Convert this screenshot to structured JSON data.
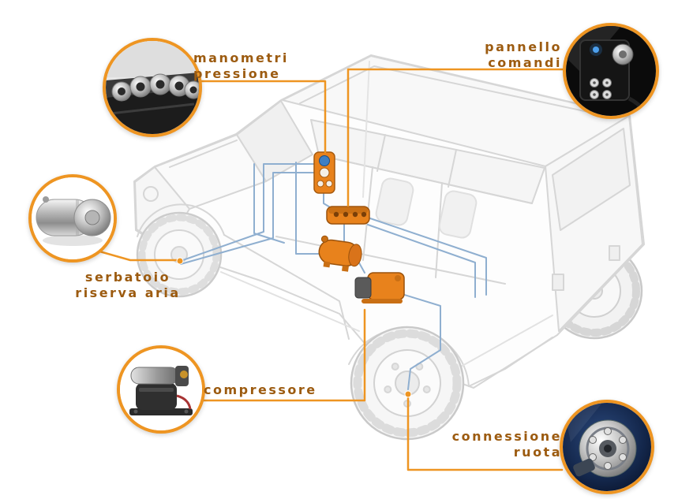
{
  "colors": {
    "accent_orange": "#EE9522",
    "label_text": "#9C5B10",
    "pipe_blue": "#8FAFD0",
    "component_orange": "#E8821C",
    "ghost_gray": "#D6D6D6"
  },
  "labels": {
    "manometri": {
      "line1": "manometri",
      "line2": "pressione"
    },
    "pannello": {
      "line1": "pannello",
      "line2": "comandi"
    },
    "serbatoio": {
      "line1": "serbatoio",
      "line2": "riserva aria"
    },
    "compressore": {
      "line1": "compressore"
    },
    "connessione": {
      "line1": "connessione",
      "line2": "ruota"
    }
  },
  "callouts": {
    "gauges": "pressure-gauges-photo",
    "panel": "control-panel-photo",
    "tank": "air-tank-photo",
    "compressor": "compressor-photo",
    "hub": "wheel-hub-photo"
  }
}
